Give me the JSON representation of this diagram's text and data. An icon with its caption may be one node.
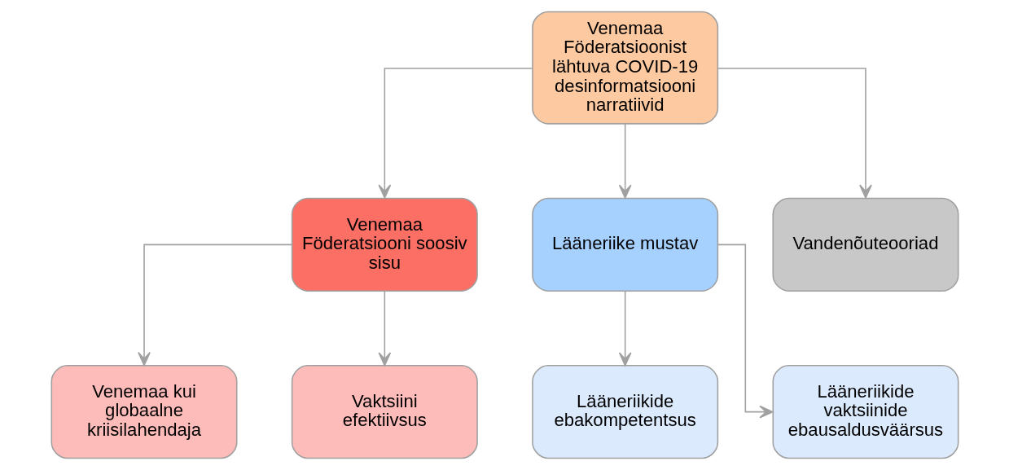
{
  "diagram": {
    "nodes": [
      {
        "text": [
          "Venemaa Föderatsioonist lähtuva COVID-19 desinformatsiooni narratiivid"
        ]
      },
      {
        "text": [
          "Venemaa Föderatsiooni soosiv sisu"
        ]
      },
      {
        "text": [
          "Lääneriike mustav"
        ]
      },
      {
        "text": [
          "Vandenõuteooriad"
        ]
      },
      {
        "text": [
          "Venemaa kui globaalne kriisilahendaja"
        ]
      },
      {
        "text": [
          "Vaktsiini efektiivsus"
        ]
      },
      {
        "text": [
          "Lääneriikide ebakompetentsus"
        ]
      },
      {
        "text": [
          "Lääneriikide vaktsiinide ebausaldusväärsus"
        ]
      }
    ],
    "edges": [
      {
        "from": 0,
        "to": 1,
        "arrow": "to"
      },
      {
        "from": 0,
        "to": 2,
        "arrow": "to"
      },
      {
        "from": 0,
        "to": 3,
        "arrow": "to"
      },
      {
        "from": 1,
        "to": 4,
        "arrow": "to"
      },
      {
        "from": 1,
        "to": 5,
        "arrow": "to"
      },
      {
        "from": 2,
        "to": 6,
        "arrow": "to"
      },
      {
        "from": 2,
        "to": 7,
        "arrow": "to"
      }
    ]
  }
}
